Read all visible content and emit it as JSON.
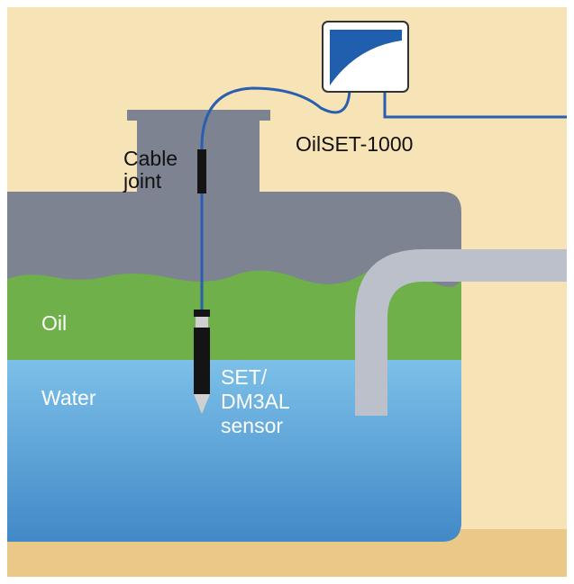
{
  "labels": {
    "device": "OilSET-1000",
    "cable_joint": [
      "Cable",
      "joint"
    ],
    "oil": "Oil",
    "water": "Water",
    "sensor": [
      "SET/",
      "DM3AL",
      "sensor"
    ]
  },
  "colors": {
    "ground": "#f6e3b6",
    "ground_bottom": "#e9c888",
    "tank": "#7d8391",
    "oil": "#6fb04a",
    "water_top": "#7cc0e8",
    "water_bottom": "#3f87c6",
    "pipe": "#bcc0ca",
    "cable": "#2a5eb0",
    "device_accent": "#1f5fae",
    "probe": "#141414"
  },
  "icons": [
    "oilset-1000-device-icon",
    "sensor-probe-icon",
    "cable-joint-icon"
  ]
}
